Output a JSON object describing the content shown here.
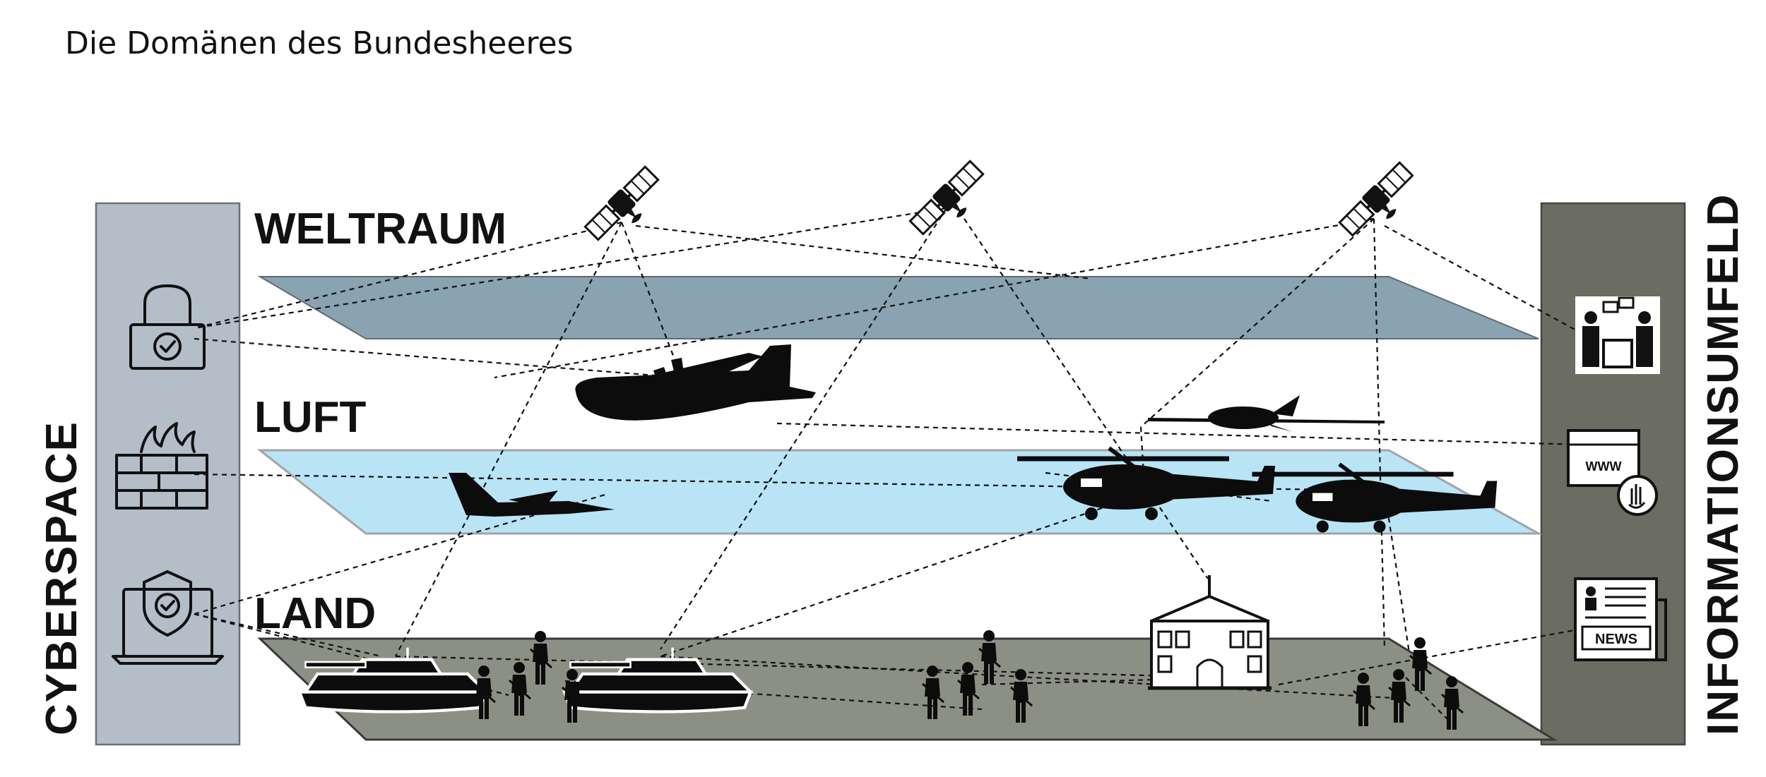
{
  "title": "Die Domänen des Bundesheeres",
  "domains": {
    "space": "WELTRAUM",
    "air": "LUFT",
    "land": "LAND"
  },
  "side_panels": {
    "left": "CYBERSPACE",
    "right": "INFORMATIONSUMFELD"
  },
  "news_label": "NEWS",
  "www_label": "WWW",
  "colors": {
    "left_panel": "#b3bec8",
    "right_panel": "#6b6c62",
    "space_layer": "#8aa3b0",
    "air_layer": "#b8e4f6",
    "land_layer": "#8c9084"
  },
  "icons": {
    "left_panel": [
      "padlock-check-icon",
      "firewall-icon",
      "laptop-shield-icon"
    ],
    "right_panel": [
      "meeting-icon",
      "browser-hand-icon",
      "newspaper-icon"
    ]
  }
}
